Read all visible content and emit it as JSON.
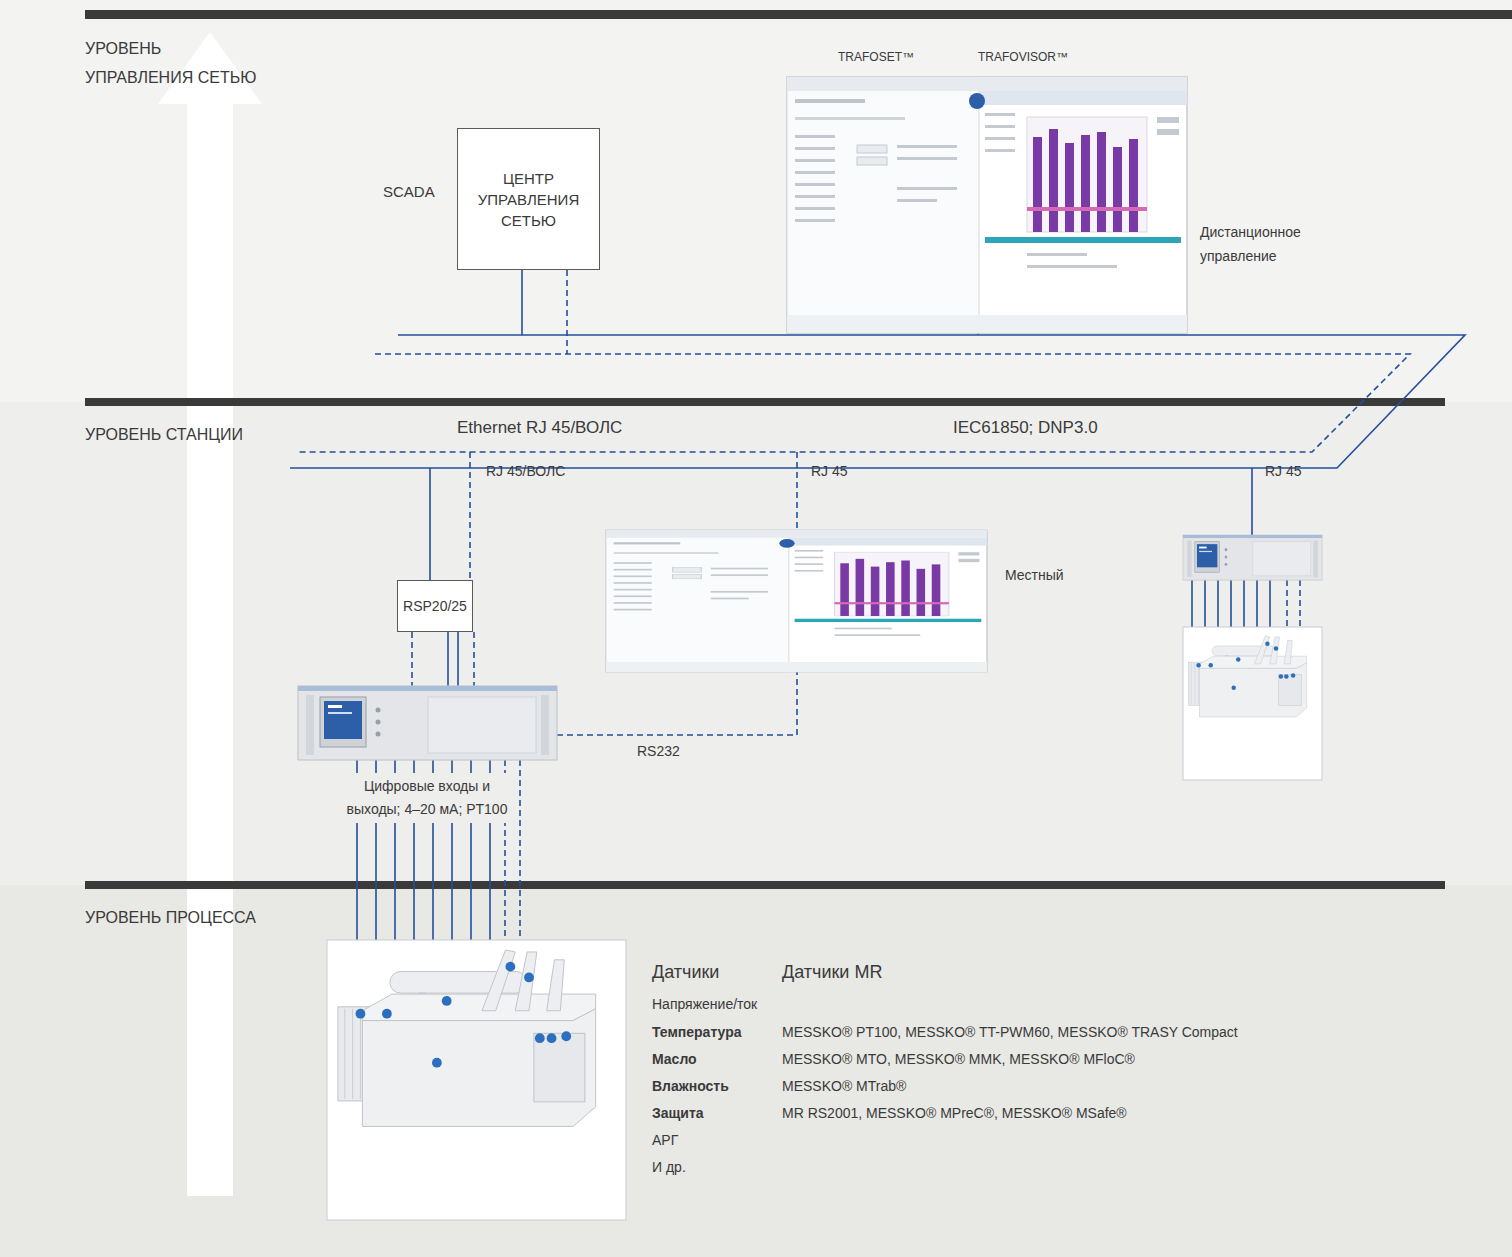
{
  "diagram": {
    "nodes": [
      {
        "text": [
          "ЦЕНТР УПРАВЛЕНИЯ СЕТЬЮ"
        ]
      },
      {
        "text": [
          "RSP20/25"
        ]
      }
    ],
    "labels": [
      "УРОВЕНЬ УПРАВЛЕНИЯ СЕТЬЮ",
      "SCADA",
      "TRAFOSET™",
      "TRAFOVISOR™",
      "Дистанционное управление",
      "УРОВЕНЬ СТАНЦИИ",
      "Ethernet RJ 45/ВОЛС",
      "IEC61850; DNP3.0",
      "RJ 45/ВОЛС",
      "RJ 45",
      "Местный",
      "RS232",
      "RJ 45",
      "Цифровые входы и выходы; 4–20 мА; PT100",
      "УРОВЕНЬ ПРОЦЕССА",
      "Датчики",
      "Датчики MR",
      "Напряжение/ток",
      "Температура",
      "MESSKO® PT100, MESSKO® TT-PWM60, MESSKO® TRASY Compact",
      "Масло",
      "MESSKO® MTO, MESSKO® MMK, MESSKO® MFloC®",
      "Влажность",
      "MESSKO® MTrab®",
      "Защита",
      "MR RS2001, MESSKO® MPreC®, MESSKO® MSafe®",
      "АРГ",
      "И др."
    ]
  }
}
